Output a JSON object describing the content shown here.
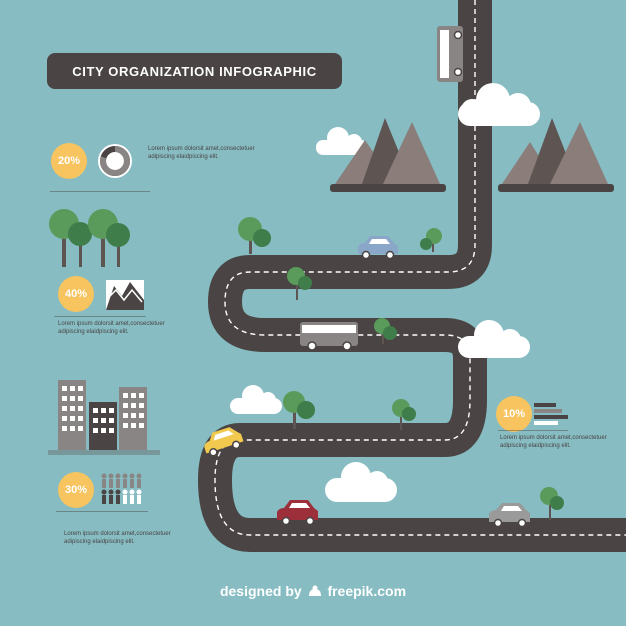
{
  "title": "CITY ORGANIZATION INFOGRAPHIC",
  "stats": [
    {
      "percent": "20%",
      "text": "Lorem ipsum dolorsit amet,consectetuer adipiscing elaidpiscing elit."
    },
    {
      "percent": "40%",
      "text": "Lorem ipsum dolorsit amet,consectetuer adipiscing elaidpiscing elit."
    },
    {
      "percent": "30%",
      "text": "Lorem ipsum dolorsit amet,consectetuer adipiscing elaidpiscing elit."
    },
    {
      "percent": "10%",
      "text": "Lorem ipsum dolorsit amet,consectetuer adipiscing elaidpiscing elit."
    }
  ],
  "credit": {
    "prefix": "designed by",
    "brand": "freepik.com"
  },
  "icons": [
    "donut-chart-icon",
    "trees-icon",
    "mountain-chart-icon",
    "buildings-icon",
    "people-icon",
    "bar-chart-icon",
    "bus-icon",
    "car-icon",
    "cloud-icon",
    "mountain-icon",
    "tree-icon",
    "freepik-logo-icon"
  ],
  "colors": {
    "background": "#86bcc2",
    "road": "#4a4544",
    "badge": "#f7c45f",
    "text": "#4a4544",
    "tree": "#5a9a5a",
    "mountain": "#8a7d7a"
  }
}
